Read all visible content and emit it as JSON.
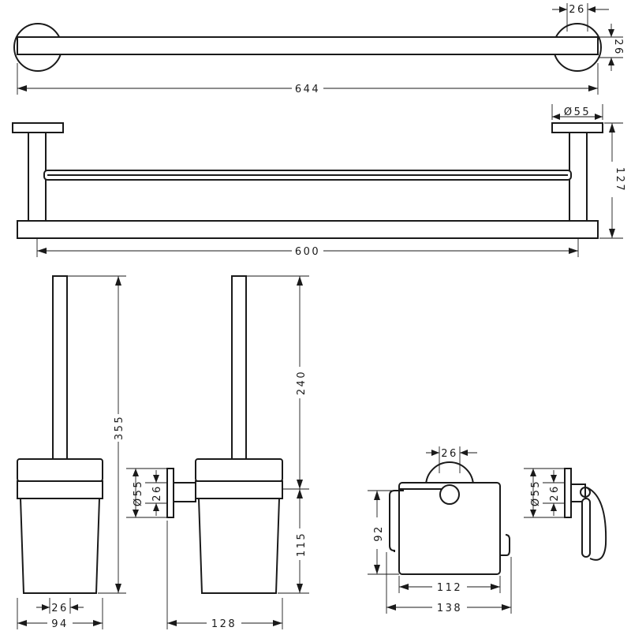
{
  "dimensions": {
    "rail_top_depth": "26",
    "rail_top_height": "26",
    "rail_top_total": "644",
    "rail_rose_diameter": "Ø55",
    "rail_height": "127",
    "rail_length": "600",
    "brush_total_height": "355",
    "brush_handle_height": "240",
    "brush_rose_diameter": "Ø55",
    "brush_rose_depth": "26",
    "brush_holder_height": "115",
    "brush_base_pipe": "26",
    "brush_width": "94",
    "brush_projection": "128",
    "paper_pipe": "26",
    "paper_height": "92",
    "paper_width": "112",
    "paper_total_width": "138",
    "paper_rose_diameter": "Ø55",
    "paper_rose_depth": "26"
  }
}
